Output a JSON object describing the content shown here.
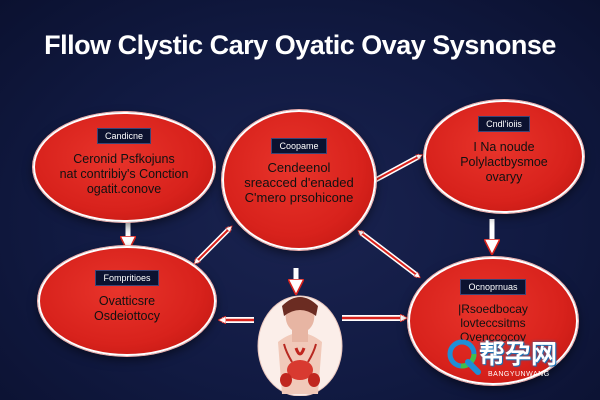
{
  "title": "Fllow Clystic Cary Oyatic Ovay Sysnonse",
  "nodes": {
    "causes": {
      "label": "Candicne",
      "lines": [
        "Ceronid Psfkojuns",
        "nat contribiy's Conction",
        "ogatit.conove"
      ]
    },
    "core": {
      "label": "Coopame",
      "lines": [
        "Cendeenol",
        "sreacced d'enaded",
        "C'mero prsohicone"
      ]
    },
    "characteristics": {
      "label": "Cndl'ioiis",
      "lines": [
        "I Na noude",
        "Polylactbysmoe",
        "ovaryy"
      ]
    },
    "symptoms": {
      "label": "Fompritioes",
      "lines": [
        "Ovatticsre",
        "Osdeiottocy"
      ]
    },
    "complications": {
      "label": "Ocnoprnuas",
      "lines": [
        "|Rsoedbocay",
        "lovteccsitms",
        "Ovenccocoy"
      ]
    }
  },
  "watermark": {
    "text": "帮孕网",
    "sub": "BANGYUNWANG"
  },
  "colors": {
    "background": "#111a42",
    "node_fill": "#d8221c",
    "node_border": "#ffffff",
    "label_bg": "#0c1230",
    "arrow": "#ffffff"
  }
}
